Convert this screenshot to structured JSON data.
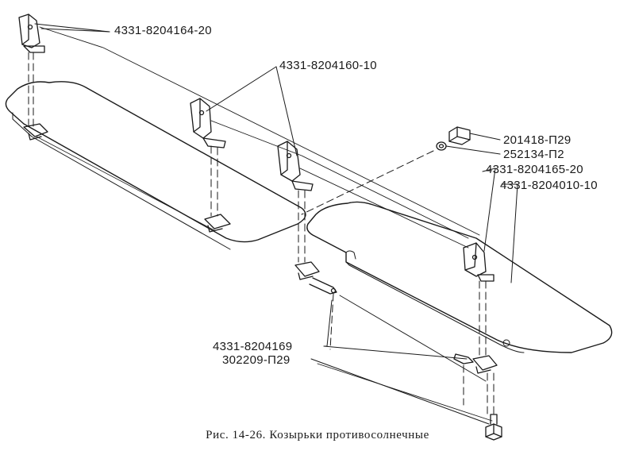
{
  "labels": {
    "part_4331_8204164_20": "4331-8204164-20",
    "part_4331_8204160_10": "4331-8204160-10",
    "part_201418_p29": "201418-П29",
    "part_252134_p2": "252134-П2",
    "part_4331_8204165_20": "4331-8204165-20",
    "part_4331_8204010_10": "4331-8204010-10",
    "part_4331_8204169": "4331-8204169",
    "part_302209_p29": "302209-П29"
  },
  "caption": "Рис. 14-26. Козырьки противосолнечные",
  "colors": {
    "ink": "#1a1a1a",
    "background": "#ffffff"
  }
}
